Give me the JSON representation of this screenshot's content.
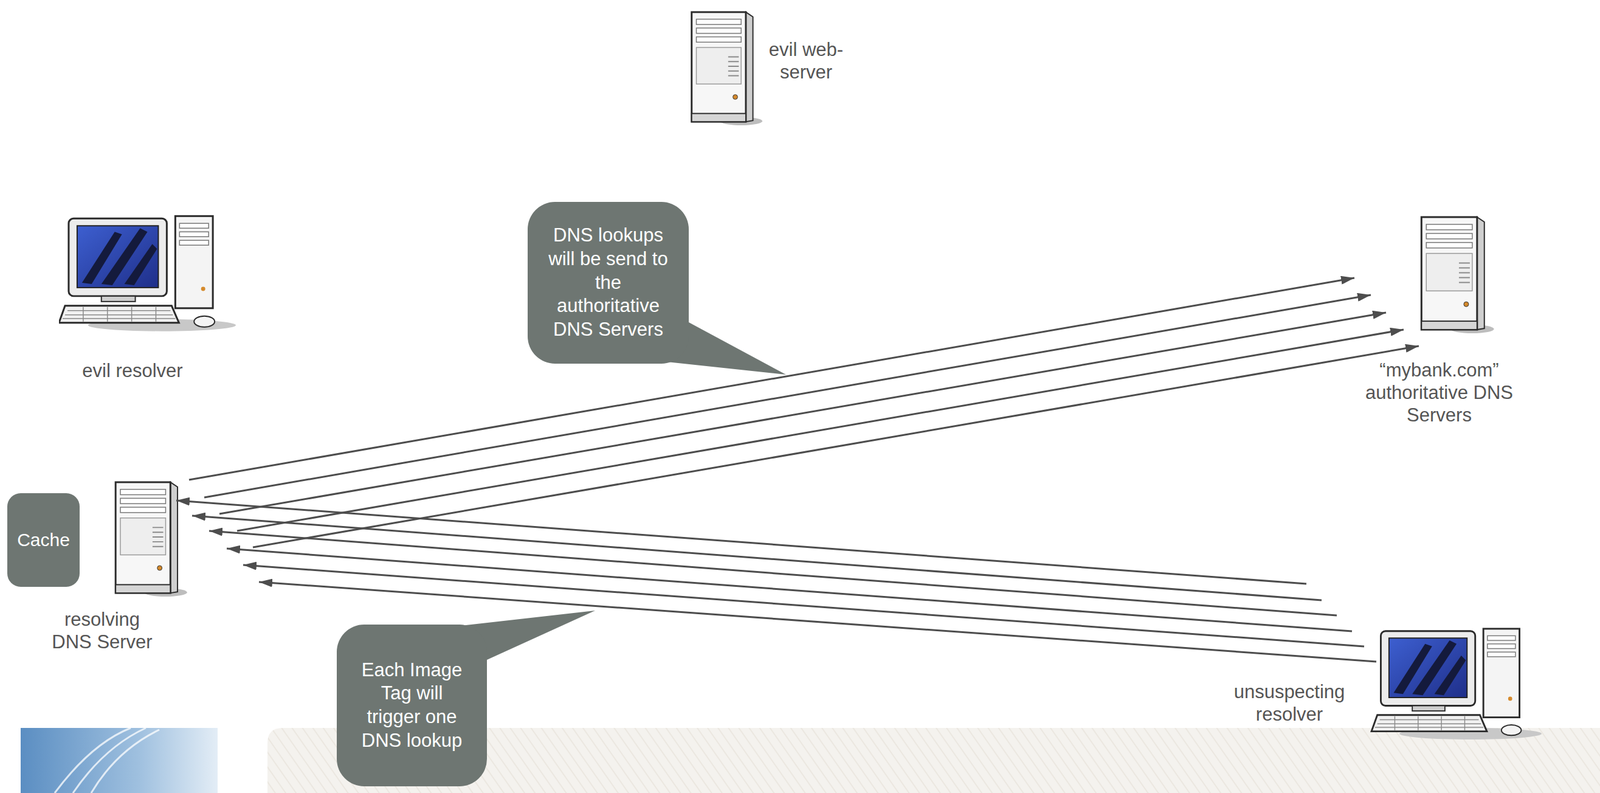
{
  "diagram": {
    "nodes": [
      {
        "text": [
          "evil web-server"
        ]
      },
      {
        "text": [
          "evil resolver"
        ]
      },
      {
        "text": [
          "DNS lookups will be send to the authoritative DNS Servers"
        ]
      },
      {
        "text": [
          "“mybank.com” authoritative DNS Servers"
        ]
      },
      {
        "text": [
          "Cache"
        ]
      },
      {
        "text": [
          "resolving DNS Server"
        ]
      },
      {
        "text": [
          "Each Image Tag will trigger one DNS lookup"
        ]
      },
      {
        "text": [
          "unsuspecting resolver"
        ]
      }
    ],
    "edges": [
      {
        "from": 5,
        "to": 3,
        "arrow": "to"
      },
      {
        "from": 5,
        "to": 3,
        "arrow": "to"
      },
      {
        "from": 5,
        "to": 3,
        "arrow": "to"
      },
      {
        "from": 5,
        "to": 3,
        "arrow": "to"
      },
      {
        "from": 5,
        "to": 3,
        "arrow": "to"
      },
      {
        "from": 7,
        "to": 5,
        "arrow": "to"
      },
      {
        "from": 7,
        "to": 5,
        "arrow": "to"
      },
      {
        "from": 7,
        "to": 5,
        "arrow": "to"
      },
      {
        "from": 7,
        "to": 5,
        "arrow": "to"
      },
      {
        "from": 7,
        "to": 5,
        "arrow": "to"
      },
      {
        "from": 7,
        "to": 5,
        "arrow": "to"
      }
    ]
  }
}
